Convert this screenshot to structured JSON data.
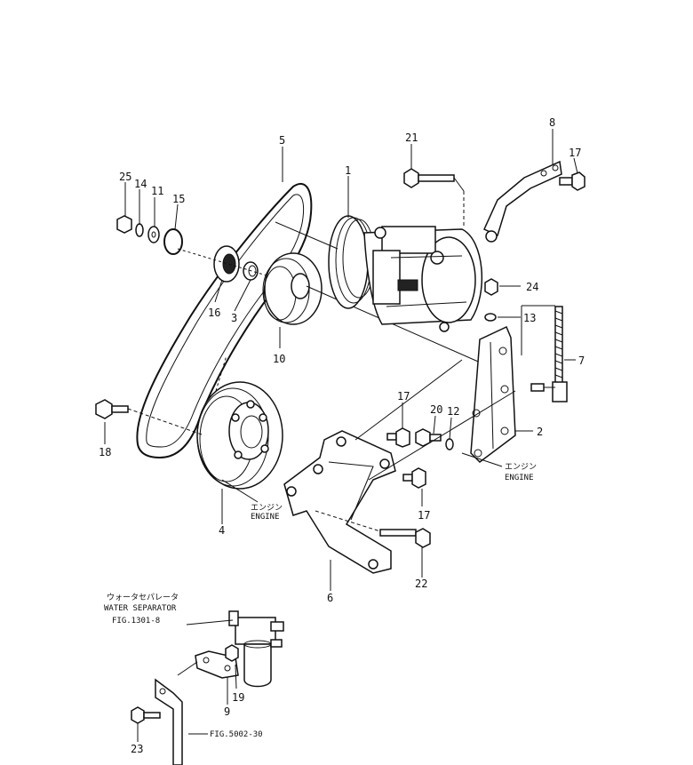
{
  "parts": [
    {
      "id": "p1",
      "number": "1"
    },
    {
      "id": "p2",
      "number": "2"
    },
    {
      "id": "p3",
      "number": "3"
    },
    {
      "id": "p4",
      "number": "4"
    },
    {
      "id": "p5",
      "number": "5"
    },
    {
      "id": "p6",
      "number": "6"
    },
    {
      "id": "p7",
      "number": "7"
    },
    {
      "id": "p8",
      "number": "8"
    },
    {
      "id": "p9",
      "number": "9"
    },
    {
      "id": "p10",
      "number": "10"
    },
    {
      "id": "p11",
      "number": "11"
    },
    {
      "id": "p12",
      "number": "12"
    },
    {
      "id": "p13",
      "number": "13"
    },
    {
      "id": "p14",
      "number": "14"
    },
    {
      "id": "p15",
      "number": "15"
    },
    {
      "id": "p16",
      "number": "16"
    },
    {
      "id": "p17a",
      "number": "17"
    },
    {
      "id": "p17b",
      "number": "17"
    },
    {
      "id": "p17c",
      "number": "17"
    },
    {
      "id": "p18",
      "number": "18"
    },
    {
      "id": "p19",
      "number": "19"
    },
    {
      "id": "p20",
      "number": "20"
    },
    {
      "id": "p21",
      "number": "21"
    },
    {
      "id": "p22",
      "number": "22"
    },
    {
      "id": "p23",
      "number": "23"
    },
    {
      "id": "p24",
      "number": "24"
    },
    {
      "id": "p25",
      "number": "25"
    }
  ],
  "labels": {
    "engine_jp_1": "エンジン",
    "engine_en_1": "ENGINE",
    "engine_jp_2": "エンジン",
    "engine_en_2": "ENGINE",
    "water_sep_jp": "ウォータセパレータ",
    "water_sep_en": "WATER SEPARATOR",
    "fig_ref_1": "FIG.1301-8",
    "fig_ref_2": "FIG.5002-30"
  }
}
